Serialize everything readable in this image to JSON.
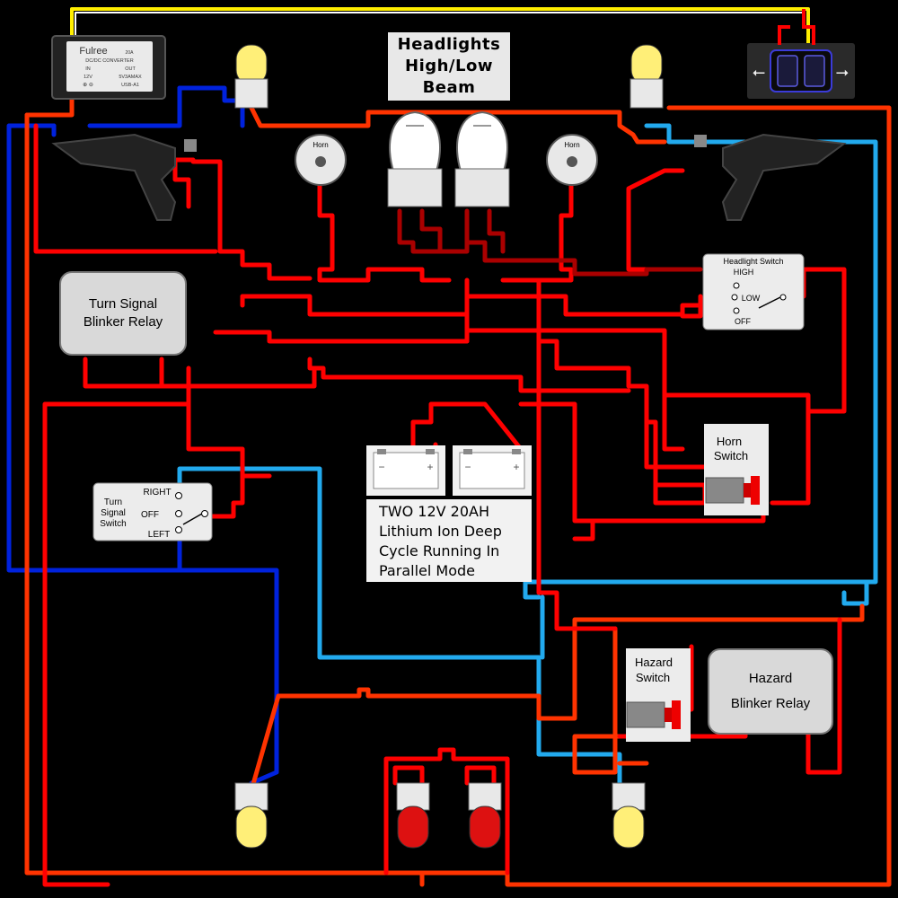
{
  "headlight_title": [
    "Headlights",
    "High/Low",
    "Beam"
  ],
  "battery_text": [
    "TWO 12V 20AH",
    "Lithium Ion Deep",
    "Cycle Running In",
    "Parallel Mode"
  ],
  "turn_relay": [
    "Turn Signal",
    "Blinker Relay"
  ],
  "hazard_relay": [
    "Hazard",
    "Blinker Relay"
  ],
  "headlight_switch": {
    "title": "Headlight Switch",
    "high": "HIGH",
    "low": "LOW",
    "off": "OFF"
  },
  "turn_switch": {
    "title": [
      "Turn",
      "Signal",
      "Switch"
    ],
    "right": "RIGHT",
    "off": "OFF",
    "left": "LEFT"
  },
  "horn_switch": [
    "Horn",
    "Switch"
  ],
  "hazard_switch": [
    "Hazard",
    "Switch"
  ],
  "horn_label": "Horn",
  "converter": {
    "brand": "Fulree",
    "rating": "20A",
    "line1": "DC/DC CONVERTER",
    "in_label": "IN",
    "out_label": "OUT",
    "in_v": "12V",
    "out_v": "5V3AMAX",
    "model": "USB-A1"
  },
  "colors": {
    "red": "#ff0000",
    "orange": "#ff3300",
    "dark_red": "#aa0000",
    "blue": "#0022dd",
    "light_blue": "#22aaee",
    "yellow": "#ffee00",
    "background": "#000000"
  }
}
